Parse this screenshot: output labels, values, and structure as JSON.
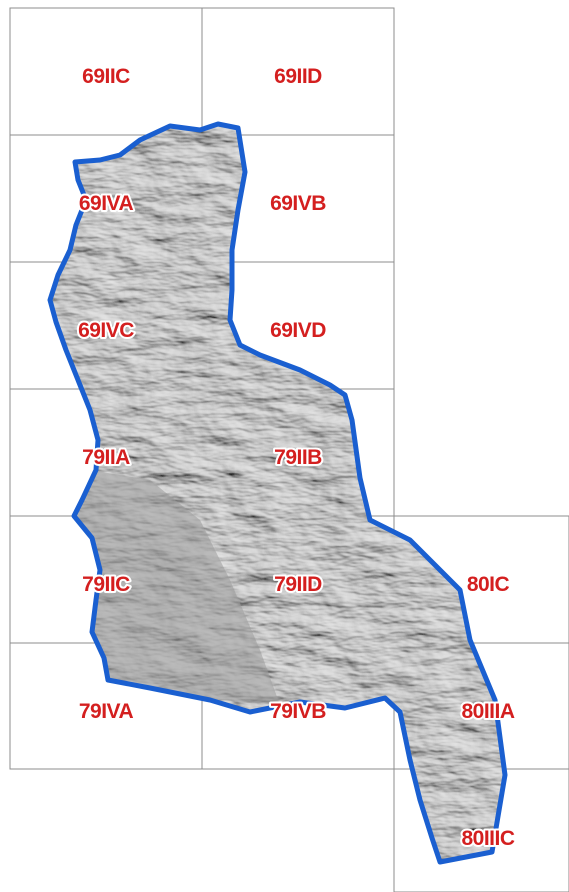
{
  "map": {
    "label_color": "#d41f1f",
    "label_halo_color": "#ffffff",
    "boundary_color": "#1a5fd0",
    "grid_color": "#8c8c8c",
    "relief_color": "#9a9a9a",
    "sheets": [
      {
        "id": "69IIC"
      },
      {
        "id": "69IID"
      },
      {
        "id": "69IVA"
      },
      {
        "id": "69IVB"
      },
      {
        "id": "69IVC"
      },
      {
        "id": "69IVD"
      },
      {
        "id": "79IIA"
      },
      {
        "id": "79IIB"
      },
      {
        "id": "79IIC"
      },
      {
        "id": "79IID"
      },
      {
        "id": "80IC"
      },
      {
        "id": "79IVA"
      },
      {
        "id": "79IVB"
      },
      {
        "id": "80IIIA"
      },
      {
        "id": "80IIIC"
      }
    ]
  }
}
